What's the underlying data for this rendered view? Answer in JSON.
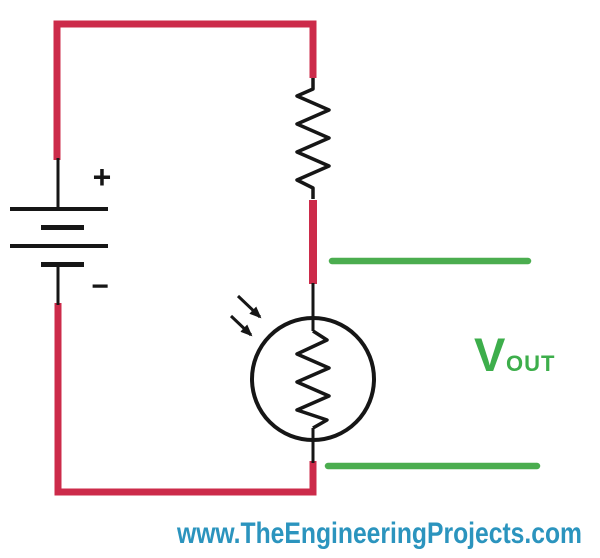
{
  "diagram": {
    "type": "circuit-schematic",
    "description": "LDR voltage divider circuit with battery, series resistor, light dependent resistor and Vout terminals"
  },
  "colors": {
    "wire_red": "#CC2B4A",
    "wire_black": "#161616",
    "terminal_green": "#4BAD4F",
    "vout_green": "#3DAE4B",
    "website_teal": "#2B94BE",
    "background": "#ffffff"
  },
  "labels": {
    "battery_plus": "+",
    "battery_minus": "−",
    "vout_main": "V",
    "vout_sub": "OUT"
  },
  "components": {
    "battery": "battery-cell-symbol",
    "series_resistor": "resistor-zigzag-symbol",
    "ldr": "light-dependent-resistor-symbol",
    "light": "incident-light-arrows",
    "output_terminals": "vout-terminal-lines"
  },
  "footer": {
    "website": "www.TheEngineeringProjects.com"
  }
}
